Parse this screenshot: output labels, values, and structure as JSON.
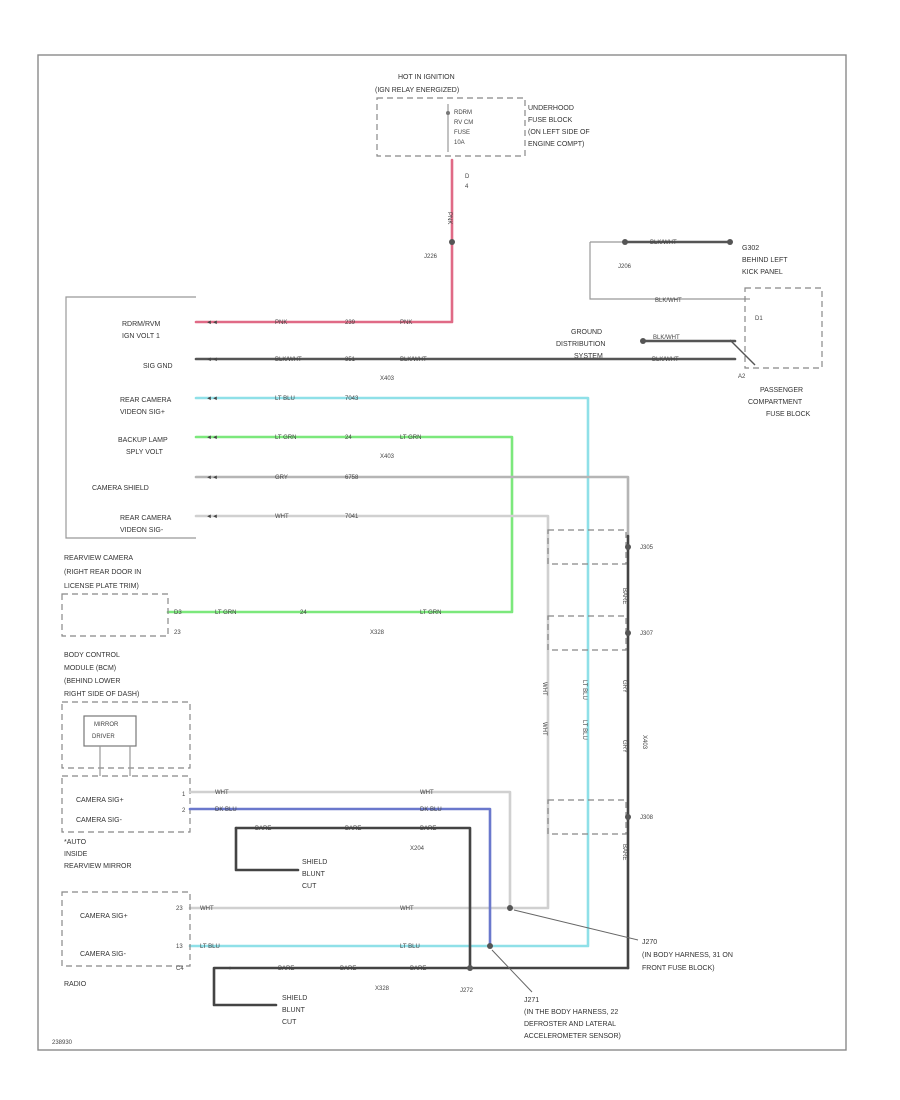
{
  "colors": {
    "border": "#888888",
    "wire_red": "#e06a86",
    "wire_black": "#555555",
    "wire_lightblue": "#8fe0e8",
    "wire_green": "#7ce87c",
    "wire_gray": "#b5b5b5",
    "wire_white": "#d0d0d0",
    "wire_blue": "#6a78cc",
    "wire_drain": "#444444"
  },
  "top": {
    "ign_heading": "HOT IN IGNITION",
    "ign_heading2": "(IGN RELAY ENERGIZED)",
    "fuse_label1": "RDRM",
    "fuse_label2": "RV CM",
    "fuse_label3": "FUSE",
    "fuse_label4": "10A",
    "underhood_label1": "UNDERHOOD",
    "underhood_label2": "FUSE BLOCK",
    "underhood_label3": "(ON LEFT SIDE OF",
    "underhood_label4": "ENGINE COMPT)",
    "fuse_pin1": "D",
    "fuse_pin2": "4",
    "red_wire_code": "PNK",
    "splice_top": "J226"
  },
  "ground": {
    "g302_1": "G302",
    "g302_2": "BEHIND LEFT",
    "g302_3": "KICK PANEL",
    "blk_wht_top": "BLK/WHT",
    "j206": "J206",
    "blk_wht_mid": "BLK/WHT",
    "pin_d1": "D1",
    "gnd_dist_1": "GROUND",
    "gnd_dist_2": "DISTRIBUTION",
    "gnd_dist_3": "SYSTEM",
    "blk_wht_gd": "BLK/WHT",
    "blk_wht_lo": "BLK/WHT",
    "pin_a2": "A2",
    "passenger_1": "PASSENGER",
    "passenger_2": "COMPARTMENT",
    "passenger_3": "FUSE BLOCK"
  },
  "camera_rows": [
    {
      "label1": "RDRM/RVM",
      "label2": "IGN VOLT 1",
      "wire": "PNK",
      "circ": "239"
    },
    {
      "label1": "SIG GND",
      "label2": "",
      "wire": "BLK/WHT",
      "circ": "351",
      "wire2": "BLK/WHT"
    },
    {
      "label1": "REAR CAMERA",
      "label2": "VIDEON SIG+",
      "wire": "LT BLU",
      "circ": "7043"
    },
    {
      "label1": "BACKUP LAMP",
      "label2": "SPLY VOLT",
      "wire": "LT GRN",
      "circ": "24",
      "wire2": "LT GRN"
    },
    {
      "label1": "CAMERA SHIELD",
      "label2": "",
      "wire": "GRY",
      "circ": "6758"
    },
    {
      "label1": "REAR CAMERA",
      "label2": "VIDEON SIG-",
      "wire": "WHT",
      "circ": "7041"
    }
  ],
  "connectors": {
    "x403_a": "X403",
    "x403_b": "X403",
    "x328": "X328",
    "x204": "X204",
    "x328_b": "X328",
    "x403_v": "X403"
  },
  "rearview": {
    "title1": "REARVIEW CAMERA",
    "title2": "(RIGHT REAR DOOR IN",
    "title3": "LICENSE PLATE TRIM)",
    "pin": "D3",
    "pin2": "23",
    "green_wire": "LT GRN",
    "green_circ": "24",
    "green_wire2": "LT GRN"
  },
  "bcm": {
    "title1": "BODY CONTROL",
    "title2": "MODULE (BCM)",
    "title3": "(BEHIND LOWER",
    "title4": "RIGHT SIDE OF DASH)",
    "mirror_label1": "MIRROR",
    "mirror_label2": "DRIVER"
  },
  "mirror": {
    "sig1": "CAMERA SIG+",
    "sig2": "CAMERA SIG-",
    "pin1": "1",
    "pin2": "2",
    "wht": "WHT",
    "dk_blu": "DK BLU",
    "wht2": "WHT",
    "dk_blu2": "DK BLU",
    "bare": "BARE",
    "bare2": "BARE",
    "bare3": "BARE",
    "title1": "*AUTO",
    "title2": "INSIDE",
    "title3": "REARVIEW MIRROR",
    "shield1": "SHIELD",
    "shield2": "BLUNT",
    "shield3": "CUT"
  },
  "radio": {
    "sig1": "CAMERA SIG+",
    "sig2": "CAMERA SIG-",
    "pin1": "23",
    "pin2": "13",
    "pin3": "C4",
    "wht": "WHT",
    "lt_blu": "LT BLU",
    "wht2": "WHT",
    "lt_blu2": "LT BLU",
    "bare": "BARE",
    "bare2": "BARE",
    "bare3": "BARE",
    "title": "RADIO",
    "shield1": "SHIELD",
    "shield2": "BLUNT",
    "shield3": "CUT"
  },
  "splices": {
    "j305": "J305",
    "j307": "J307",
    "j308": "J308",
    "vert_bare": "BARE",
    "vert_gry": "GRY",
    "vert_bare2": "BARE",
    "vert_wht": "WHT",
    "vert_ltblu": "LT BLU",
    "vert_wht2": "WHT",
    "vert_ltblu2": "LT BLU",
    "vert_gry2": "GRY"
  },
  "notes": {
    "j270_1": "J270",
    "j270_2": "(IN BODY HARNESS, 31 ON",
    "j270_3": "FRONT FUSE BLOCK)",
    "j271_1": "J271",
    "j271_2": "(IN THE BODY HARNESS, 22",
    "j271_3": "DEFROSTER AND LATERAL",
    "j271_4": "ACCELEROMETER SENSOR)",
    "j272": "J272"
  },
  "footer": {
    "code": "238930"
  }
}
